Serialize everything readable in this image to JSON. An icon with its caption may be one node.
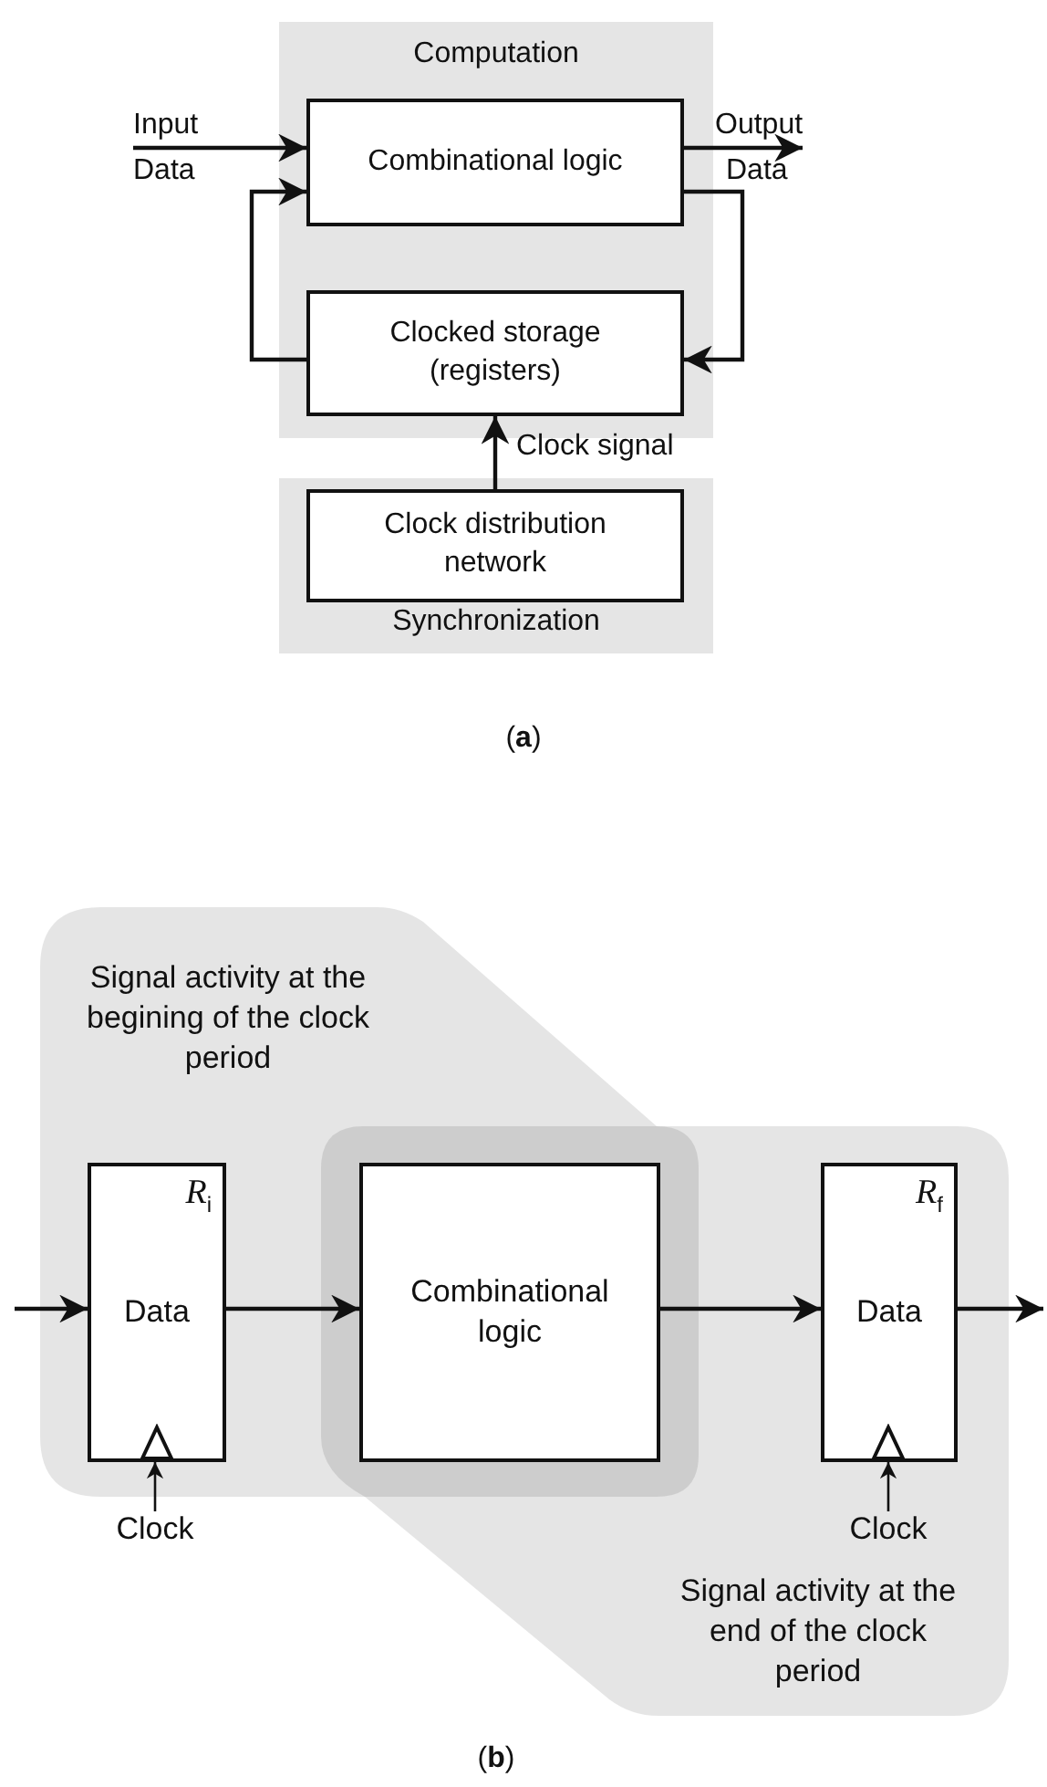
{
  "diagram": {
    "nodes": [
      {
        "text": [
          "Computation"
        ]
      },
      {
        "text": [
          "Combinational logic"
        ],
        "in": 0
      },
      {
        "text": [
          "Clocked storage (registers)"
        ],
        "in": 0
      },
      {
        "text": [
          "Synchronization"
        ]
      },
      {
        "text": [
          "Clock distribution network"
        ],
        "in": 3
      },
      {
        "text": [
          "Signal activity at the begining of the clock period"
        ]
      },
      {
        "text": [
          "Signal activity at the end of the clock period"
        ]
      },
      {
        "text": [
          "*R*$_{i}$",
          "Data"
        ],
        "in": 5
      },
      {
        "text": [
          "Combinational logic"
        ]
      },
      {
        "text": [
          "*R*$_{f}$",
          "Data"
        ],
        "in": 6
      },
      {
        "text": [
          "Clock"
        ]
      },
      {
        "text": [
          "Clock"
        ],
        "in": 6
      },
      {
        "text": [
          "Input",
          "Data"
        ]
      },
      {
        "text": [
          "Output",
          "Data"
        ]
      }
    ],
    "edges": [
      {
        "from": 12,
        "to": 1,
        "arrow": "to"
      },
      {
        "from": 1,
        "to": 13,
        "arrow": "to"
      },
      {
        "from": 2,
        "to": 1,
        "arrow": "to"
      },
      {
        "from": 1,
        "to": 2,
        "arrow": "to"
      },
      {
        "from": 4,
        "to": 2,
        "arrow": "to",
        "label": "Clock signal"
      },
      {
        "from": null,
        "to": 7,
        "arrow": "to"
      },
      {
        "from": 7,
        "to": 8,
        "arrow": "to"
      },
      {
        "from": 8,
        "to": 9,
        "arrow": "to"
      },
      {
        "from": 9,
        "to": null,
        "arrow": "to"
      },
      {
        "from": 10,
        "to": 7,
        "arrow": "to"
      },
      {
        "from": 11,
        "to": 9,
        "arrow": "to"
      }
    ],
    "labels": [
      "(**a**)",
      "(**b**)"
    ]
  }
}
